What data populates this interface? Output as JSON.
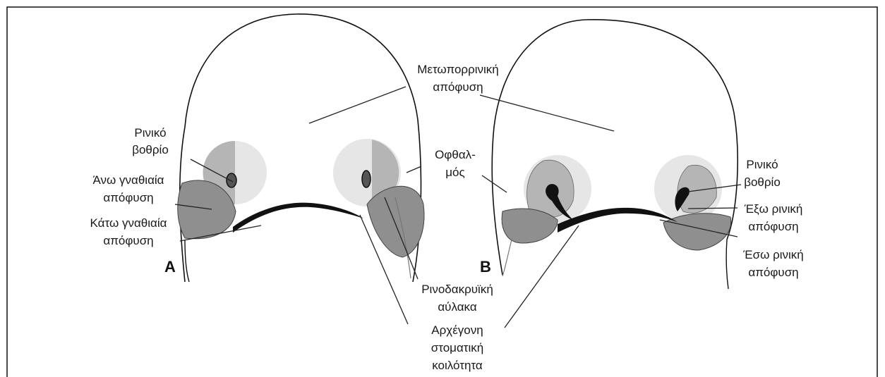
{
  "panels": {
    "a": "A",
    "b": "B"
  },
  "labels": {
    "frontonasal": [
      "Μετωπορρινική",
      "απόφυση"
    ],
    "nasal_pit_left": [
      "Ρινικό",
      "βοθρίο"
    ],
    "nasal_pit_right": [
      "Ρινικό",
      "βοθρίο"
    ],
    "maxillary": [
      "Άνω γναθιαία",
      "απόφυση"
    ],
    "mandibular": [
      "Κάτω γναθιαία",
      "απόφυση"
    ],
    "eye": [
      "Οφθαλ-",
      "μός"
    ],
    "lateral_nasal": [
      "Έξω ρινική",
      "απόφυση"
    ],
    "medial_nasal": [
      "Έσω ρινική",
      "απόφυση"
    ],
    "nasolacrimal": [
      "Ρινοδακρυϊκή",
      "αύλακα"
    ],
    "stomodeum": [
      "Αρχέγονη",
      "στοματική",
      "κοιλότητα"
    ]
  }
}
